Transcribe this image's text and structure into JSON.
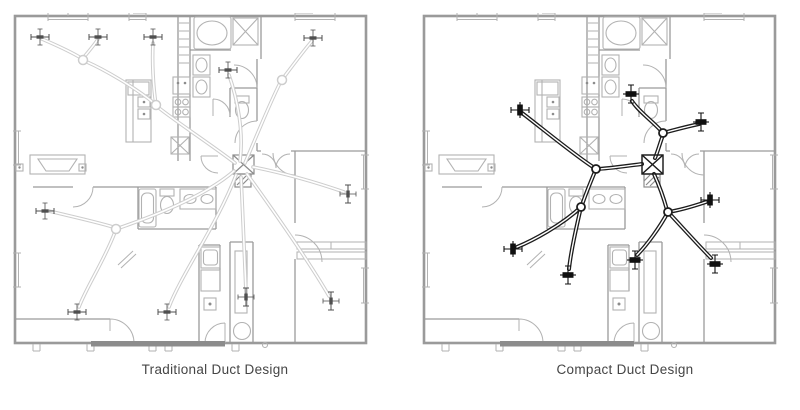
{
  "figure": {
    "type": "hvac-duct-design-comparison",
    "background": "#ffffff"
  },
  "panels": [
    {
      "id": "traditional",
      "caption": "Traditional Duct Design",
      "supply_register_count": 11,
      "duct_junction_count": 4
    },
    {
      "id": "compact",
      "caption": "Compact Duct Design",
      "supply_register_count": 8,
      "duct_junction_count": 4
    }
  ],
  "colors": {
    "page-bg": "#ffffff",
    "wall": "#9a9a9a",
    "fixture": "#b2b2b2",
    "detail": "#8c8c8c",
    "duct-trad": "#cdcdcd",
    "reg-trad": "#4f4f4f",
    "duct-comp": "#1c1c1c",
    "reg-comp": "#101010",
    "caption-text": "#454545"
  }
}
